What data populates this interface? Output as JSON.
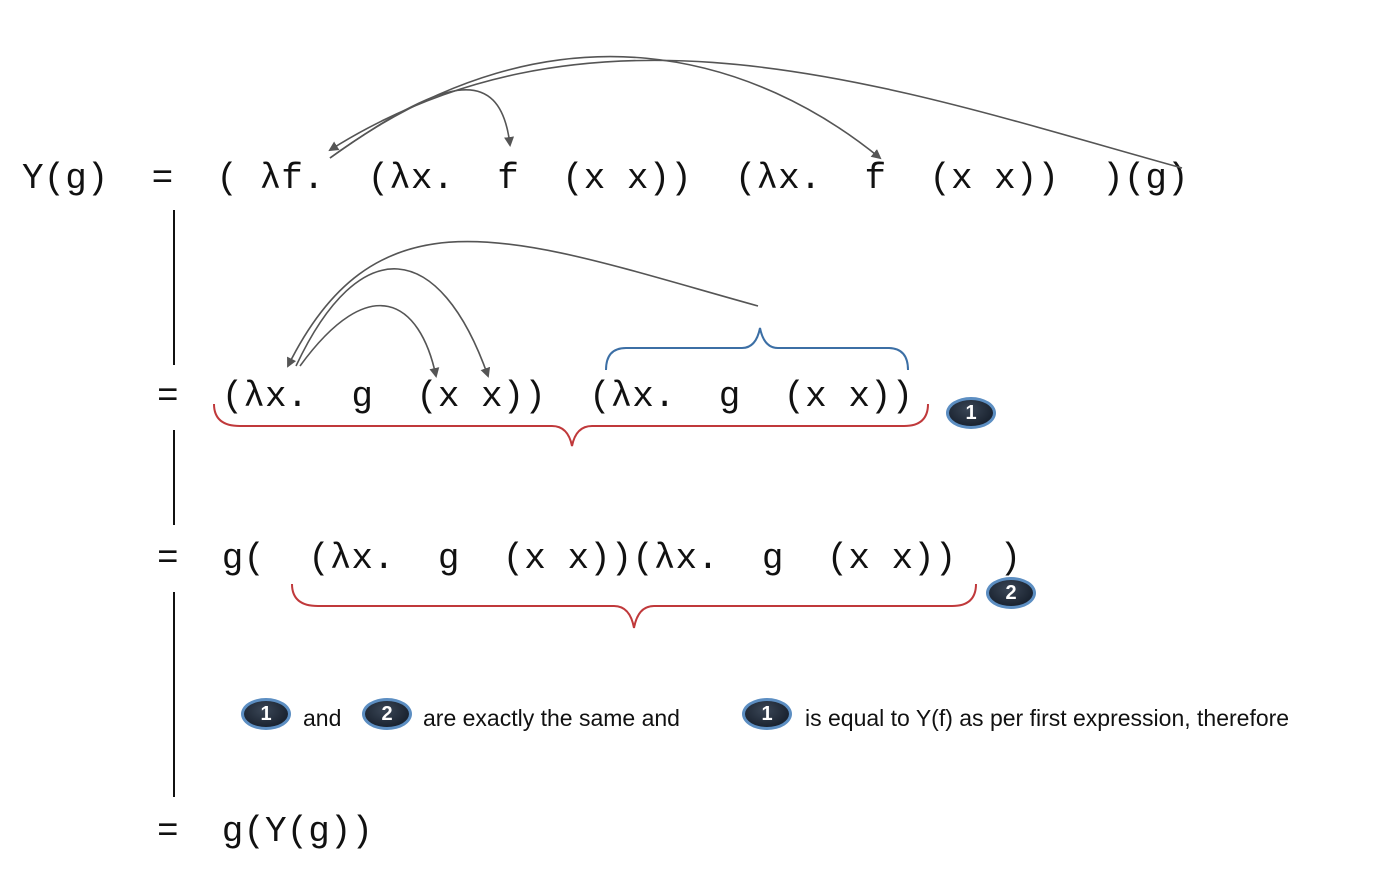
{
  "lines": {
    "line1": "Y(g)  =  ( λf.  (λx.  f  (x x))  (λx.  f  (x x))  )(g)",
    "line2": "=  (λx.  g  (x x))  (λx.  g  (x x))",
    "line3": "=  g(  (λx.  g  (x x))(λx.  g  (x x))  )",
    "line4": "=  g(Y(g))"
  },
  "badges": {
    "b1": "1",
    "b2": "2",
    "note_b1_first": "1",
    "note_b2": "2",
    "note_b1_second": "1"
  },
  "note": {
    "and": "and",
    "same": "are exactly the same and",
    "rest": "is equal to Y(f) as per first expression, therefore"
  },
  "colors": {
    "text": "#111111",
    "arrow": "#555555",
    "red_brace": "#c0393b",
    "blue_brace": "#3c6fa5",
    "badge_fill": "#1b2431",
    "badge_ring": "#5c8ec2"
  }
}
